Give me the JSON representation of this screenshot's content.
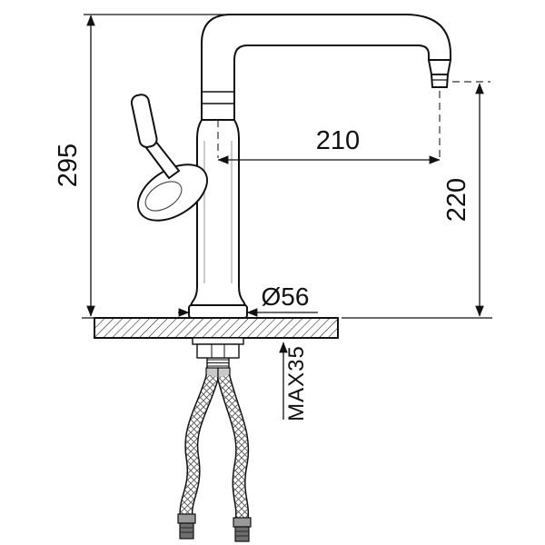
{
  "style": {
    "ink": "#111111",
    "background": "#ffffff"
  },
  "drawing": {
    "labels": {
      "overall_height": "295",
      "spout_reach": "210",
      "outlet_height": "220",
      "base_diameter": "Ø56",
      "max_mounting_thickness": "MAX35"
    }
  }
}
